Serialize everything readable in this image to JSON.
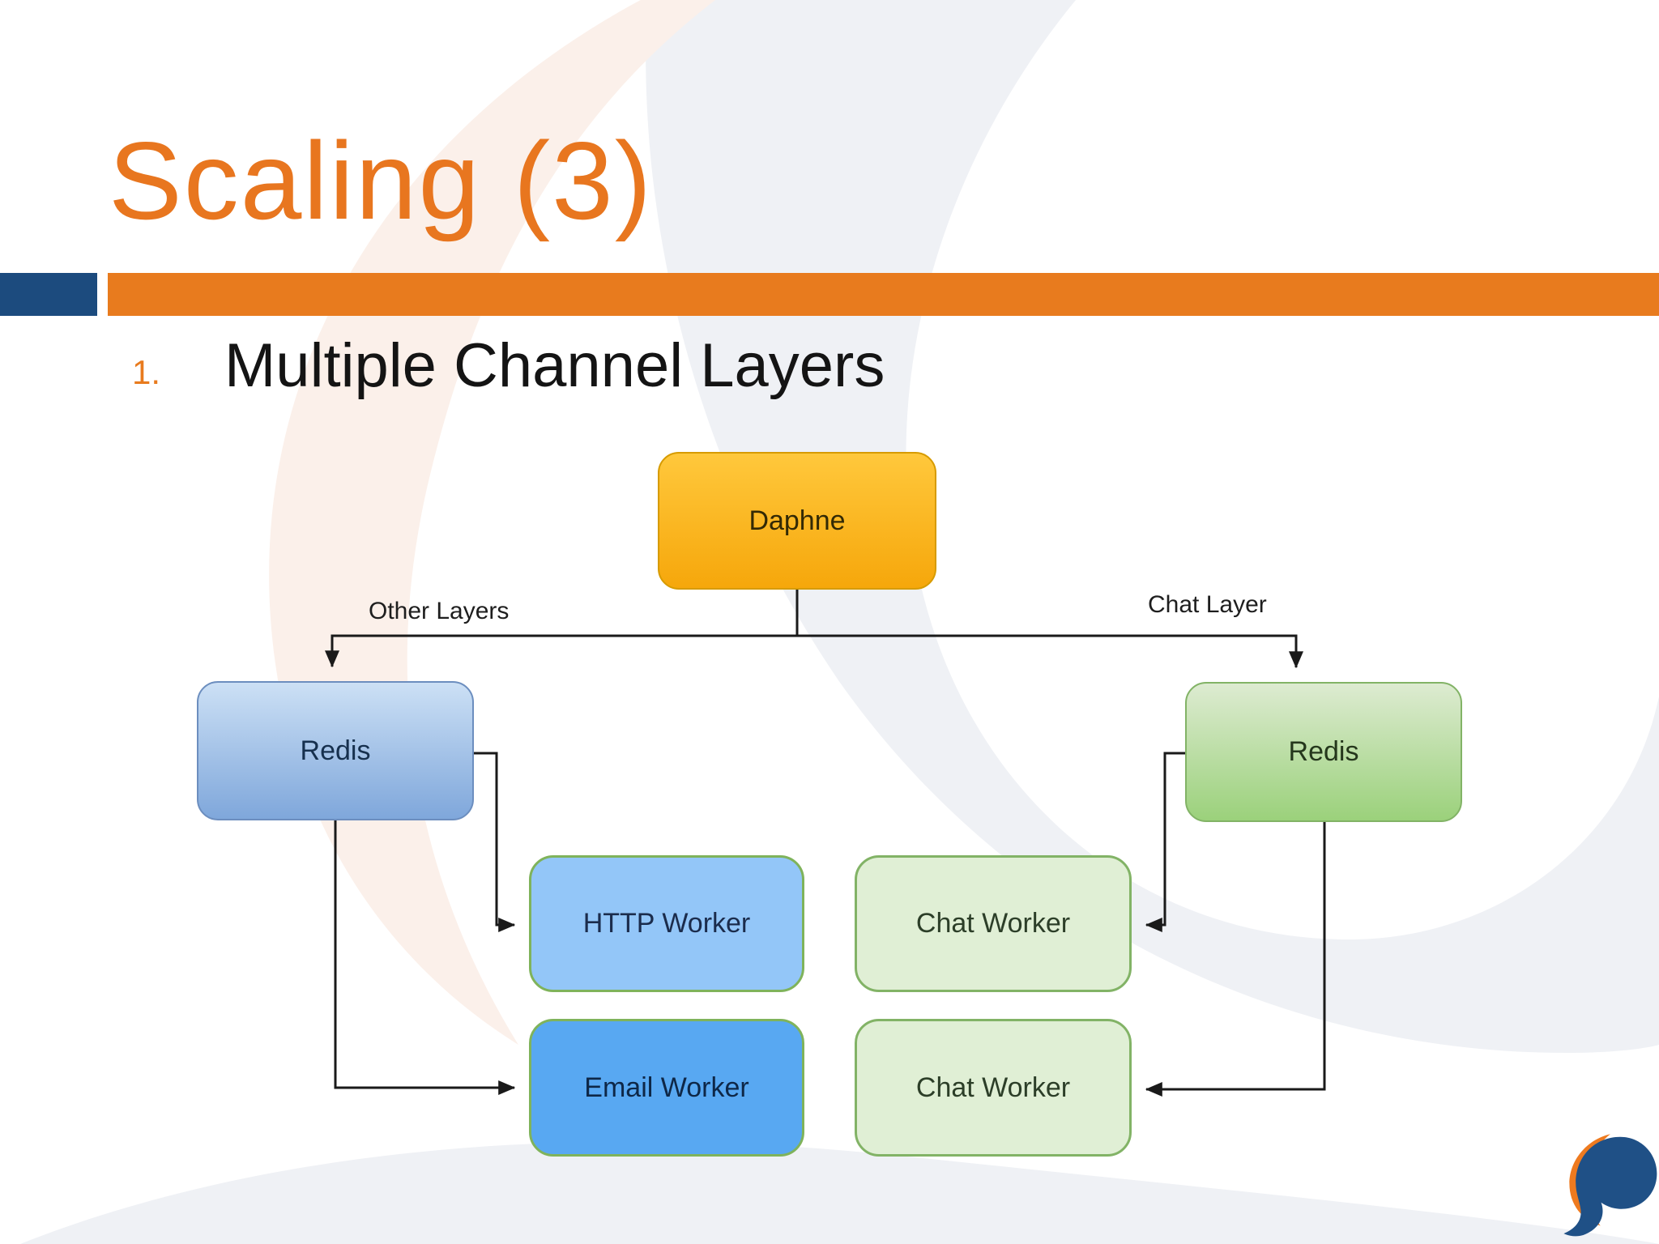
{
  "slide": {
    "title": "Scaling (3)",
    "list_item": {
      "number": "1.",
      "text": "Multiple Channel Layers"
    }
  },
  "diagram": {
    "nodes": [
      {
        "id": "daphne",
        "label": "Daphne"
      },
      {
        "id": "redis-left",
        "label": "Redis"
      },
      {
        "id": "redis-right",
        "label": "Redis"
      },
      {
        "id": "http-worker",
        "label": "HTTP Worker"
      },
      {
        "id": "email-worker",
        "label": "Email Worker"
      },
      {
        "id": "chat-worker-1",
        "label": "Chat Worker"
      },
      {
        "id": "chat-worker-2",
        "label": "Chat Worker"
      }
    ],
    "edge_labels": {
      "other_layers": "Other Layers",
      "chat_layer": "Chat Layer"
    },
    "edges": [
      "Daphne -> Redis (left, Other Layers)",
      "Daphne -> Redis (right, Chat Layer)",
      "Redis (left) -> HTTP Worker",
      "Redis (left) -> Email Worker",
      "Redis (right) -> Chat Worker (top)",
      "Redis (right) -> Chat Worker (bottom)"
    ]
  },
  "colors": {
    "title_orange": "#E8761F",
    "accent_bar_orange": "#E87B1E",
    "accent_block_blue": "#1C4B7E",
    "daphne_fill_top": "#FFC83C",
    "daphne_fill_bottom": "#F6A70B",
    "daphne_border": "#D79B00",
    "redis_left_fill_top": "#CCE0F5",
    "redis_left_fill_bottom": "#7FA7DB",
    "redis_left_border": "#6C8EBF",
    "redis_right_fill_top": "#DDEBD1",
    "redis_right_fill_bottom": "#9BD17B",
    "green_border": "#82B366",
    "http_worker_fill": "#93C6F8",
    "email_worker_fill": "#58A8F2",
    "chat_worker_fill": "#E0EFD5",
    "connector_black": "#1a1a1a",
    "logo_blue": "#1F5086",
    "logo_orange": "#EE7A1F"
  },
  "icons": {
    "logo": "swoosh-s-logo"
  }
}
